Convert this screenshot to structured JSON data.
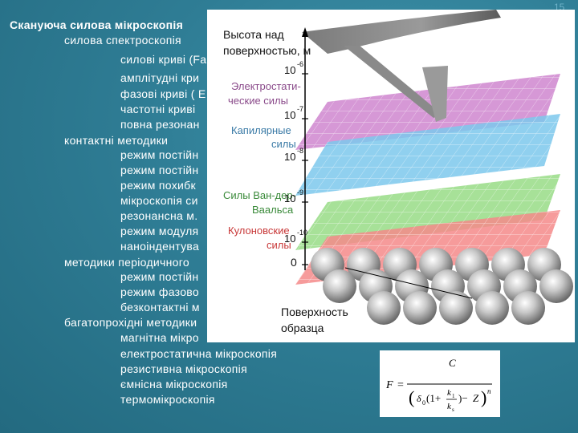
{
  "slide": {
    "number": "15",
    "outline": [
      {
        "text": "Скануюча силова мікроскопія",
        "level": 0
      },
      {
        "text": "силова спектроскопія",
        "level": 1
      },
      {
        "text": "силові криві (Fa",
        "level": 2
      },
      {
        "text": "амплітудні кри",
        "level": 2
      },
      {
        "text": "фазові криві ( Е",
        "level": 2
      },
      {
        "text": "частотні криві",
        "level": 2
      },
      {
        "text": "повна резонан",
        "level": 2
      },
      {
        "text": "контактні методики",
        "level": 1
      },
      {
        "text": "режим постійн",
        "level": 2
      },
      {
        "text": "режим постійн",
        "level": 2
      },
      {
        "text": "режим похибк",
        "level": 2
      },
      {
        "text": "мікроскопія си",
        "level": 2
      },
      {
        "text": "резонансна м.",
        "level": 2
      },
      {
        "text": "режим модуля",
        "level": 2
      },
      {
        "text": "наноіндентува",
        "level": 2
      },
      {
        "text": "методики періодичного",
        "level": 1
      },
      {
        "text": "режим постійн",
        "level": 2
      },
      {
        "text": "режим фазово",
        "level": 2
      },
      {
        "text": "безконтактні м",
        "level": 2
      },
      {
        "text": "багатопрохідні методики",
        "level": 1
      },
      {
        "text": "магнітна мікро",
        "level": 2
      },
      {
        "text": "електростатична мікроскопія",
        "level": 2
      },
      {
        "text": "резистивна мікроскопія",
        "level": 2
      },
      {
        "text": "ємнісна мікроскопія",
        "level": 2
      },
      {
        "text": "термомікроскопія",
        "level": 2
      }
    ]
  },
  "figure": {
    "axis_title_line1": "Высота над",
    "axis_title_line2": "поверхностью,  м",
    "layers": [
      {
        "label_line1": "Электростати-",
        "label_line2": "ческие силы",
        "exponent": "10",
        "power": "-6",
        "color": "#c878c8"
      },
      {
        "label_line1": "Капилярные",
        "label_line2": "силы",
        "exponent": "10",
        "power": "-7",
        "color": "#6cc0e6"
      },
      {
        "label_line1": "",
        "label_line2": "",
        "exponent": "10",
        "power": "-8",
        "color": "#6cc0e6"
      },
      {
        "label_line1": "Силы Ван-дер-",
        "label_line2": "Ваальса",
        "exponent": "10",
        "power": "-9",
        "color": "#8cd87a"
      },
      {
        "label_line1": "Кулоновские",
        "label_line2": "силы",
        "exponent": "10",
        "power": "-10",
        "color": "#f07a7a"
      }
    ],
    "zero_label": "0",
    "surface_label_line1": "Поверхность",
    "surface_label_line2": "образца"
  },
  "formula": {
    "lhs": "F",
    "numerator": "C",
    "delta": "δ",
    "sub0": "0",
    "k1": "k",
    "k1_sub": "1",
    "k2": "k",
    "k2_sub": "s",
    "z": "Z",
    "exp": "n"
  }
}
